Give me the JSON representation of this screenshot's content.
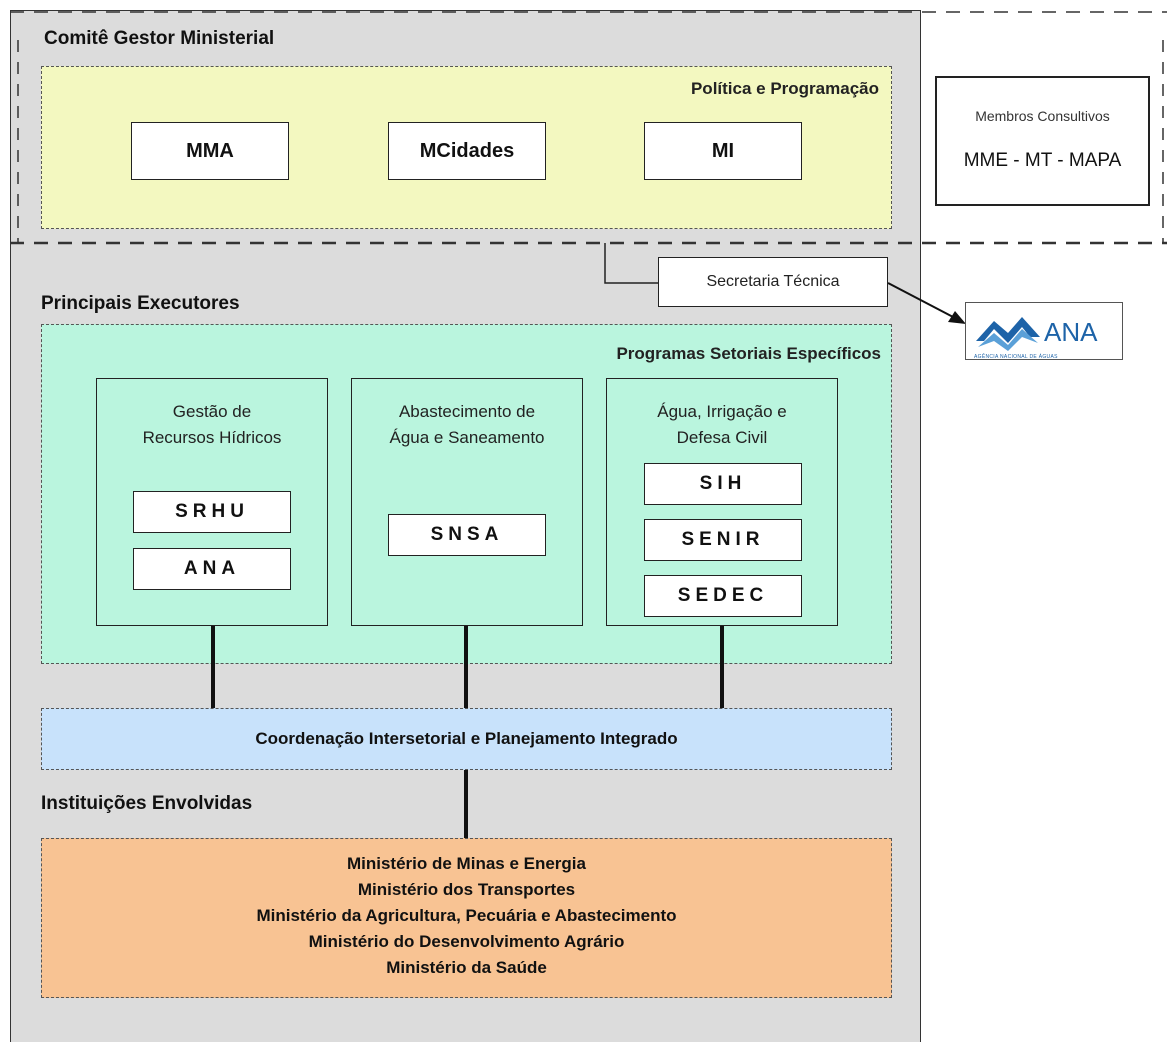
{
  "committee": {
    "title": "Comitê Gestor Ministerial",
    "policy_label": "Política e Programação",
    "ministries": [
      "MMA",
      "MCidades",
      "MI"
    ]
  },
  "consultative": {
    "title": "Membros Consultivos",
    "members": "MME - MT - MAPA"
  },
  "secretariat": "Secretaria Técnica",
  "ana_logo": {
    "text": "ANA",
    "subtitle": "AGÊNCIA NACIONAL DE ÁGUAS",
    "icon": "ana-wave-icon"
  },
  "executors": {
    "title": "Principais Executores",
    "programs_label": "Programas Setoriais Específicos",
    "sectors": [
      {
        "title_lines": [
          "Gestão de",
          "Recursos Hídricos"
        ],
        "codes": [
          "SRHU",
          "ANA"
        ]
      },
      {
        "title_lines": [
          "Abastecimento de",
          "Água e Saneamento"
        ],
        "codes": [
          "SNSA"
        ]
      },
      {
        "title_lines": [
          "Água, Irrigação e",
          "Defesa Civil"
        ],
        "codes": [
          "SIH",
          "SENIR",
          "SEDEC"
        ]
      }
    ]
  },
  "coordination": "Coordenação Intersetorial e Planejamento Integrado",
  "institutions": {
    "title": "Instituições Envolvidas",
    "items": [
      "Ministério de Minas e Energia",
      "Ministério dos Transportes",
      "Ministério da Agricultura, Pecuária e Abastecimento",
      "Ministério do Desenvolvimento Agrário",
      "Ministério da Saúde"
    ]
  },
  "colors": {
    "background": "#dcdcdc",
    "policy_region": "#f3f8c0",
    "programs_region": "#baf5de",
    "coordination_region": "#c8e2fb",
    "institutions_region": "#f8c393",
    "ana_blue": "#1d63a8"
  }
}
